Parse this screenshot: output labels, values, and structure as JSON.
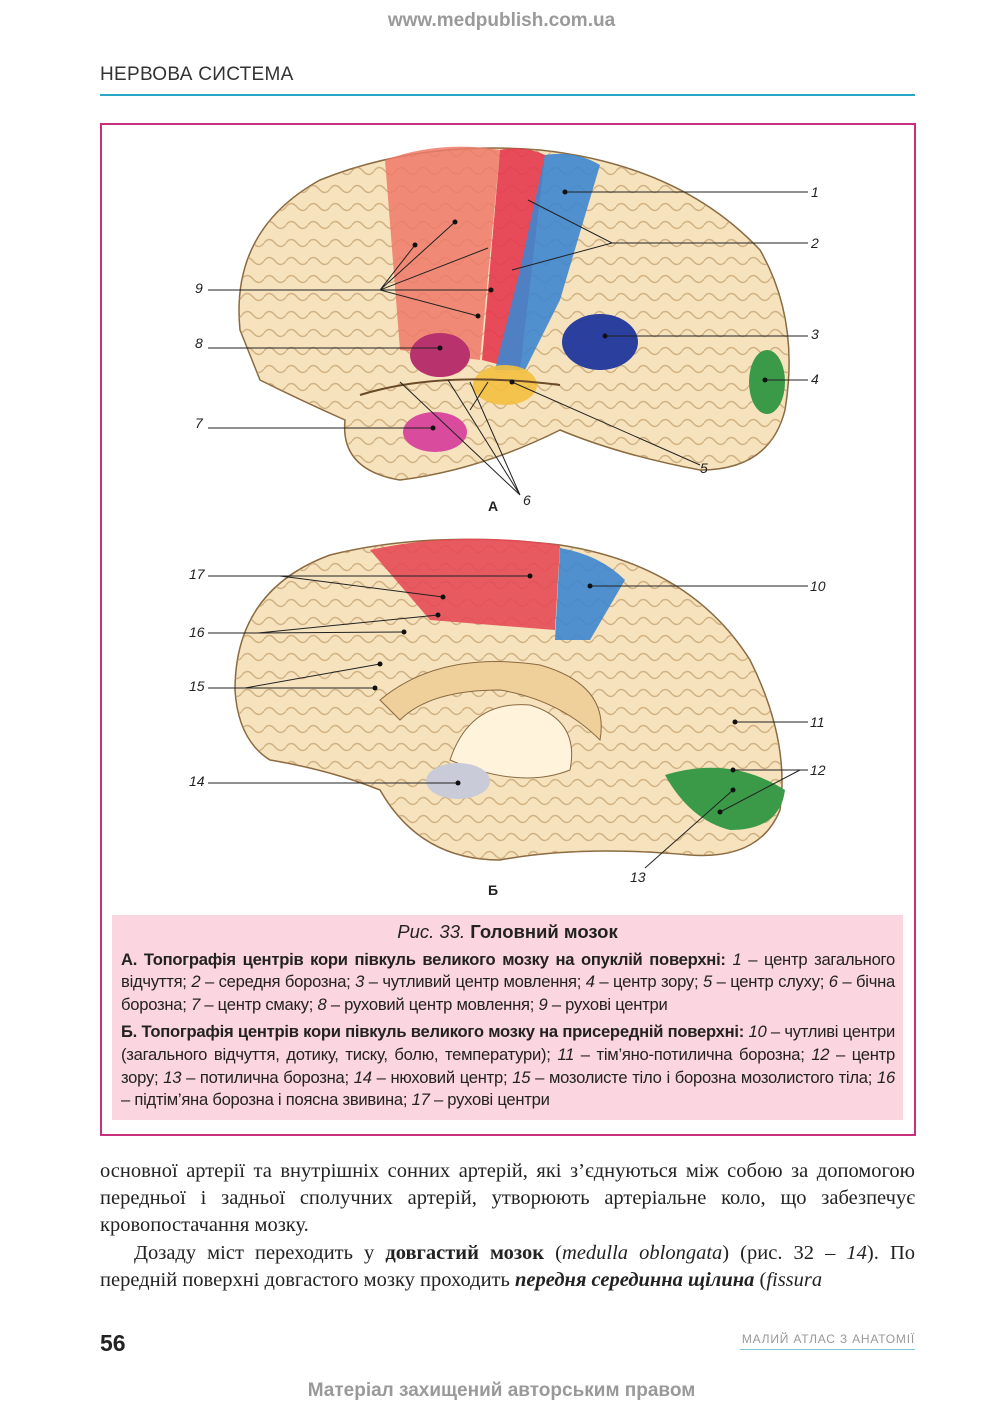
{
  "watermark_top": "www.medpublish.com.ua",
  "section_title": "НЕРВОВА СИСТЕМА",
  "figure": {
    "panel_a": "А",
    "panel_b": "Б",
    "labels_a": [
      "1",
      "2",
      "3",
      "4",
      "5",
      "6",
      "7",
      "8",
      "9"
    ],
    "labels_b": [
      "10",
      "11",
      "12",
      "13",
      "14",
      "15",
      "16",
      "17"
    ],
    "caption_num": "Рис. 33.",
    "caption_title": "Головний мозок",
    "a_head": "А. Топографія центрів кори півкуль великого мозку на опуклій поверхні:",
    "a_items": [
      [
        "1",
        " – центр загального відчуття; "
      ],
      [
        "2",
        " – середня борозна; "
      ],
      [
        "3",
        " – чутливий центр мовлення; "
      ],
      [
        "4",
        " – центр зору; "
      ],
      [
        "5",
        " – центр слуху; "
      ],
      [
        "6",
        " – бічна борозна; "
      ],
      [
        "7",
        " – центр смаку; "
      ],
      [
        "8",
        " – руховий центр мовлення; "
      ],
      [
        "9",
        " – рухові центри"
      ]
    ],
    "b_head": "Б. Топографія центрів кори півкуль великого мозку на присередній поверхні:",
    "b_items": [
      [
        "10",
        " – чутливі центри (загального відчуття, дотику, тиску, болю, температури); "
      ],
      [
        "11",
        " – тім’яно-потилична борозна; "
      ],
      [
        "12",
        " – центр зору; "
      ],
      [
        "13",
        " – потилична борозна; "
      ],
      [
        "14",
        " – нюховий центр; "
      ],
      [
        "15",
        " – мозолисте тіло і борозна мозолистого тіла; "
      ],
      [
        "16",
        " – підтім’яна борозна і поясна звивина; "
      ],
      [
        "17",
        " – рухові центри"
      ]
    ]
  },
  "body": {
    "p1": "основної артерії та внутрішніх сонних артерій, які з’єднуються між собою за допомогою передньої і задньої сполучних артерій, утворюють артеріальне коло, що забезпечує кровопостачання мозку.",
    "p2_a": "Дозаду міст переходить у ",
    "p2_b": "довгастий мозок",
    "p2_c": " (",
    "p2_d": "medulla oblongata",
    "p2_e": ") (рис. 32 – ",
    "p2_f": "14",
    "p2_g": "). По передній поверхні довгастого мозку проходить ",
    "p2_h": "передня серединна щілина",
    "p2_i": " (",
    "p2_j": "fissura"
  },
  "page_number": "56",
  "book_title": "МАЛИЙ АТЛАС З АНАТОМІЇ",
  "copyright": "Матеріал захищений авторським правом",
  "colors": {
    "accent": "#2aa8c8",
    "frame": "#c8307e",
    "caption_bg": "#fbd5df"
  }
}
